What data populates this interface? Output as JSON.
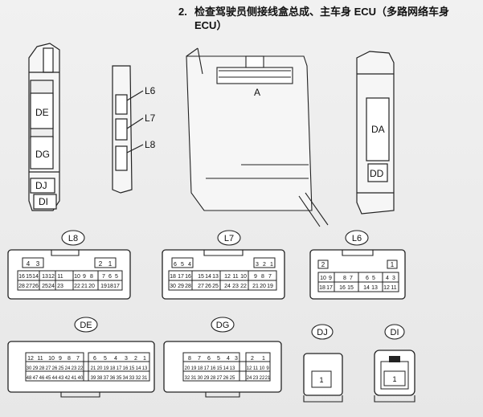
{
  "step": {
    "number": "2.",
    "title": "检查驾驶员侧接线盒总成、主车身 ECU（多路网络车身ECU）"
  },
  "components": {
    "junction_block": {
      "connector_labels": [
        "DE",
        "DG",
        "DJ",
        "DI"
      ]
    },
    "relay_block": {
      "connector_labels": [
        "L6",
        "L7",
        "L8"
      ]
    },
    "main_body_ecu": {
      "connector_label": "A"
    },
    "right_unit": {
      "connector_labels": [
        "DA",
        "DD"
      ]
    }
  },
  "connectors": {
    "L8": {
      "name": "L8",
      "top": [
        "4",
        "3",
        "2",
        "1"
      ],
      "row1": [
        "16",
        "15",
        "14",
        "13",
        "12",
        "11",
        "10",
        "9",
        "8",
        "7",
        "6",
        "5"
      ],
      "row2": [
        "28",
        "27",
        "26",
        "25",
        "24",
        "23",
        "22",
        "21",
        "20",
        "19",
        "18",
        "17"
      ]
    },
    "L7": {
      "name": "L7",
      "top": [
        "6",
        "5",
        "4",
        "3",
        "2",
        "1"
      ],
      "row1": [
        "18",
        "17",
        "16",
        "15",
        "14",
        "13",
        "12",
        "11",
        "10",
        "9",
        "8",
        "7"
      ],
      "row2": [
        "30",
        "29",
        "28",
        "27",
        "26",
        "25",
        "24",
        "23",
        "22",
        "21",
        "20",
        "19"
      ]
    },
    "L6": {
      "name": "L6",
      "top": [
        "2",
        "1"
      ],
      "row1": [
        "10",
        "9",
        "8",
        "7",
        "6",
        "5",
        "4",
        "3"
      ],
      "row2": [
        "18",
        "17",
        "16",
        "15",
        "14",
        "13",
        "12",
        "11"
      ]
    },
    "DE": {
      "name": "DE",
      "row1": [
        "12",
        "11",
        "10",
        "9",
        "8",
        "7",
        "6",
        "5",
        "4",
        "3",
        "2",
        "1"
      ],
      "row2": [
        "30",
        "29",
        "28",
        "27",
        "26",
        "25",
        "24",
        "23",
        "22",
        "21",
        "20",
        "19",
        "18",
        "17",
        "16",
        "15",
        "14",
        "13"
      ],
      "row3": [
        "48",
        "47",
        "46",
        "45",
        "44",
        "43",
        "42",
        "41",
        "40",
        "39",
        "38",
        "37",
        "36",
        "35",
        "34",
        "33",
        "32",
        "31"
      ]
    },
    "DG": {
      "name": "DG",
      "row1": [
        "8",
        "7",
        "6",
        "5",
        "4",
        "3",
        "2",
        "1"
      ],
      "row2": [
        "20",
        "19",
        "18",
        "17",
        "16",
        "15",
        "14",
        "13",
        "12",
        "11",
        "10",
        "9"
      ],
      "row3": [
        "32",
        "31",
        "30",
        "29",
        "28",
        "27",
        "26",
        "25",
        "24",
        "23",
        "22",
        "21"
      ]
    },
    "DJ": {
      "name": "DJ",
      "pin": "1"
    },
    "DI": {
      "name": "DI",
      "pin": "1"
    }
  }
}
